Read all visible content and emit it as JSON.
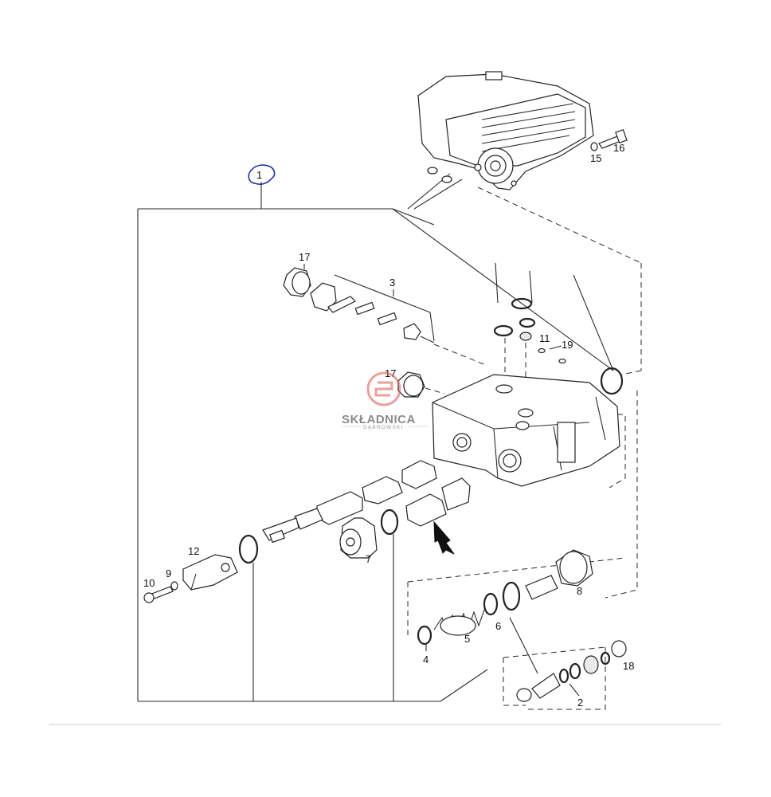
{
  "callouts": {
    "c1": "1",
    "c2": "2",
    "c3": "3",
    "c4": "4",
    "c5": "5",
    "c6": "6",
    "c7": "7",
    "c8": "8",
    "c9": "9",
    "c10": "10",
    "c11": "11",
    "c12": "12",
    "c15": "15",
    "c16": "16",
    "c17a": "17",
    "c17b": "17",
    "c18": "18",
    "c19": "19"
  },
  "watermark": {
    "name": "SKŁADNICA",
    "subtitle": "DĄBROWSKI",
    "logo_color": "#d9534f"
  },
  "colors": {
    "line": "#2a2a2a",
    "annotation_circle": "#1f2fa8",
    "separator": "#cccccc"
  }
}
